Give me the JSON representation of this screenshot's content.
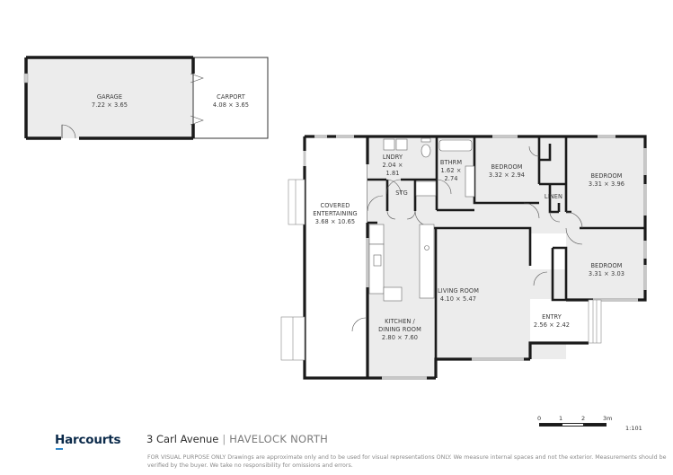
{
  "floorplan": {
    "rooms": [
      {
        "id": "garage",
        "name": "GARAGE",
        "dims": "7.22 × 3.65"
      },
      {
        "id": "carport",
        "name": "CARPORT",
        "dims": "4.08 × 3.65"
      },
      {
        "id": "covered-entertaining",
        "name_line1": "COVERED",
        "name_line2": "ENTERTAINING",
        "dims": "3.68 × 10.65"
      },
      {
        "id": "laundry",
        "name": "LNDRY",
        "dims_line1": "2.04 ×",
        "dims_line2": "1.81"
      },
      {
        "id": "bathroom",
        "name": "BTHRM",
        "dims_line1": "1.62 ×",
        "dims_line2": "2.74"
      },
      {
        "id": "storage",
        "name": "STG"
      },
      {
        "id": "bedroom-1",
        "name": "BEDROOM",
        "dims": "3.32 × 2.94"
      },
      {
        "id": "linen",
        "name": "LINEN"
      },
      {
        "id": "bedroom-2",
        "name": "BEDROOM",
        "dims": "3.31 × 3.96"
      },
      {
        "id": "bedroom-3",
        "name": "BEDROOM",
        "dims": "3.31 × 3.03"
      },
      {
        "id": "living-room",
        "name": "LIVING ROOM",
        "dims": "4.10 × 5.47"
      },
      {
        "id": "entry",
        "name": "ENTRY",
        "dims": "2.56 × 2.42"
      },
      {
        "id": "kitchen-dining",
        "name_line1": "KITCHEN /",
        "name_line2": "DINING ROOM",
        "dims": "2.80 × 7.60"
      }
    ],
    "colors": {
      "wall": "#1a1a1a",
      "floor": "#ececec",
      "window": "#c8c8c8",
      "outline": "#333333"
    }
  },
  "scale_bar": {
    "ticks": [
      "0",
      "1",
      "2",
      "3m"
    ],
    "ratio": "1:101"
  },
  "footer": {
    "brand": "Harcourts",
    "brand_color": "#0b2a4a",
    "brand_accent": "#2f86c8",
    "address_street": "3 Carl Avenue",
    "address_separator": "|",
    "address_suburb": "HAVELOCK NORTH",
    "disclaimer": "FOR VISUAL PURPOSE ONLY Drawings are approximate only and to be used for visual representations ONLY. We measure internal spaces and not the exterior. Measurements should be verified by the buyer. We take no responsibility for omissions and errors."
  }
}
